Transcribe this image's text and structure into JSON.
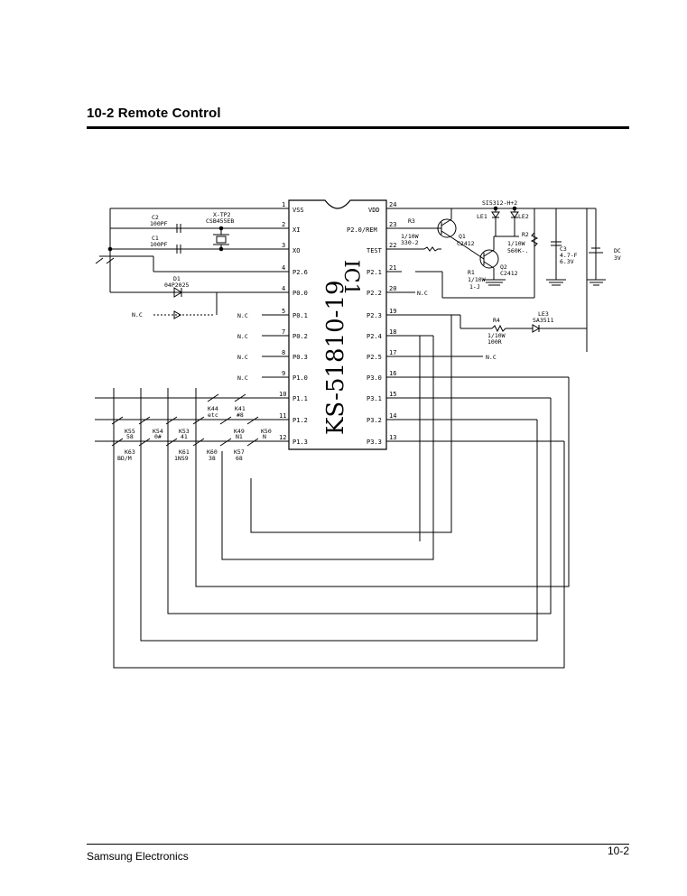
{
  "heading": "10-2  Remote Control",
  "footer": {
    "left": "Samsung Electronics",
    "right": "10-2"
  },
  "ic": {
    "label": "IC1",
    "part": "KS-51810-19",
    "left_pins": [
      {
        "num": "1",
        "name": "VSS"
      },
      {
        "num": "2",
        "name": "XI"
      },
      {
        "num": "3",
        "name": "XO"
      },
      {
        "num": "4",
        "name": "P2.6"
      },
      {
        "num": "4",
        "name": "P0.0"
      },
      {
        "num": "5",
        "name": "P0.1"
      },
      {
        "num": "7",
        "name": "P0.2"
      },
      {
        "num": "8",
        "name": "P0.3"
      },
      {
        "num": "9",
        "name": "P1.0"
      },
      {
        "num": "10",
        "name": "P1.1"
      },
      {
        "num": "11",
        "name": "P1.2"
      },
      {
        "num": "12",
        "name": "P1.3"
      }
    ],
    "right_pins": [
      {
        "num": "24",
        "name": "VDD"
      },
      {
        "num": "23",
        "name": "P2.0/REM"
      },
      {
        "num": "22",
        "name": "TEST"
      },
      {
        "num": "21",
        "name": "P2.1"
      },
      {
        "num": "20",
        "name": "P2.2"
      },
      {
        "num": "19",
        "name": "P2.3"
      },
      {
        "num": "18",
        "name": "P2.4"
      },
      {
        "num": "17",
        "name": "P2.5"
      },
      {
        "num": "16",
        "name": "P3.0"
      },
      {
        "num": "15",
        "name": "P3.1"
      },
      {
        "num": "14",
        "name": "P3.2"
      },
      {
        "num": "13",
        "name": "P3.3"
      }
    ]
  },
  "components": {
    "c2": "C2",
    "c2_val": "100PF",
    "c1": "C1",
    "c1_val": "100PF",
    "xtal": "X-TP2",
    "xtal_val": "CSB455EB",
    "d1": "D1",
    "d1_val": "04P2025",
    "nc": "N.C",
    "r3": "R3",
    "r3_val1": "1/10W",
    "r3_val2": "330-2",
    "q1": "Q1",
    "q1_val": "C2412",
    "q2": "Q2",
    "q2_val": "C2412",
    "le1": "LE1",
    "le2": "LE2",
    "le_part": "SI5312-H+2",
    "r2": "R2",
    "r2_val1": "1/10W",
    "r2_val2": "560K-.",
    "r1": "R1",
    "r1_val1": "1/10W",
    "r1_val2": "1-J",
    "r4": "R4",
    "r4_val1": "1/10W",
    "r4_val2": "100R",
    "le3": "LE3",
    "le3_val": "SA3511",
    "c3": "C3",
    "c3_val1": "4.7-F",
    "c3_val2": "6.3V",
    "battery": "DC",
    "battery_val": "3V"
  },
  "keys": [
    {
      "label": "K44",
      "sub": "etc"
    },
    {
      "label": "K41",
      "sub": "#8"
    },
    {
      "label": "K55",
      "sub": "58"
    },
    {
      "label": "K54",
      "sub": "0#"
    },
    {
      "label": "K53",
      "sub": "41"
    },
    {
      "label": "K49",
      "sub": "N1"
    },
    {
      "label": "K50",
      "sub": "N"
    },
    {
      "label": "K63",
      "sub": "BD/M"
    },
    {
      "label": "K61",
      "sub": "1NS9"
    },
    {
      "label": "K60",
      "sub": "38"
    },
    {
      "label": "K57",
      "sub": "68"
    }
  ]
}
